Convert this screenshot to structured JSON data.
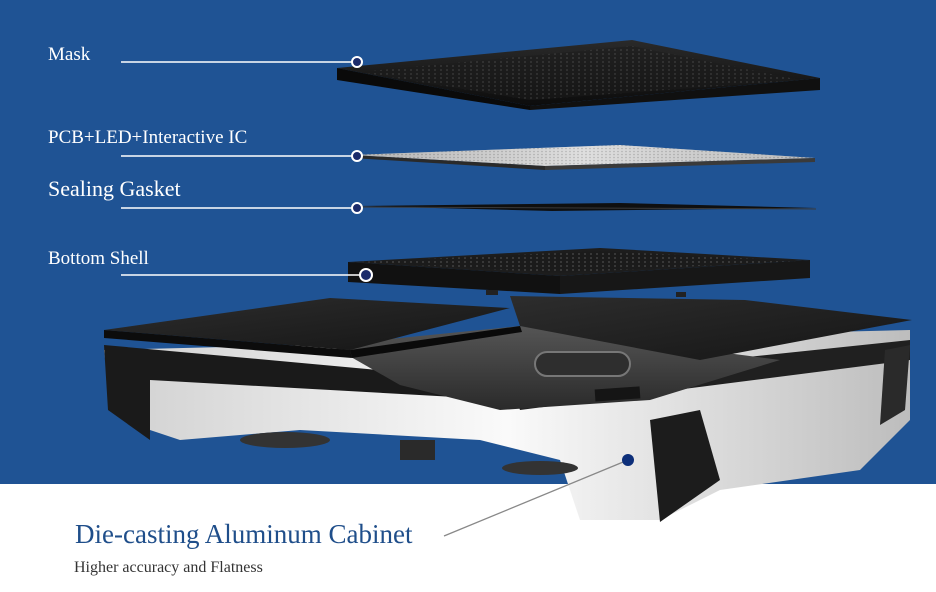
{
  "colors": {
    "background_blue": "#1f5394",
    "background_white": "#ffffff",
    "title_blue": "#1f4e8a",
    "panel_black": "#141414",
    "leader_line": "#ffffff",
    "marker_fill": "#0d2f7a"
  },
  "layers": [
    {
      "label": "Mask"
    },
    {
      "label": "PCB+LED+Interactive IC"
    },
    {
      "label": "Sealing Gasket"
    },
    {
      "label": "Bottom Shell"
    }
  ],
  "cabinet": {
    "title": "Die-casting Aluminum Cabinet",
    "subtitle": "Higher accuracy and Flatness"
  }
}
